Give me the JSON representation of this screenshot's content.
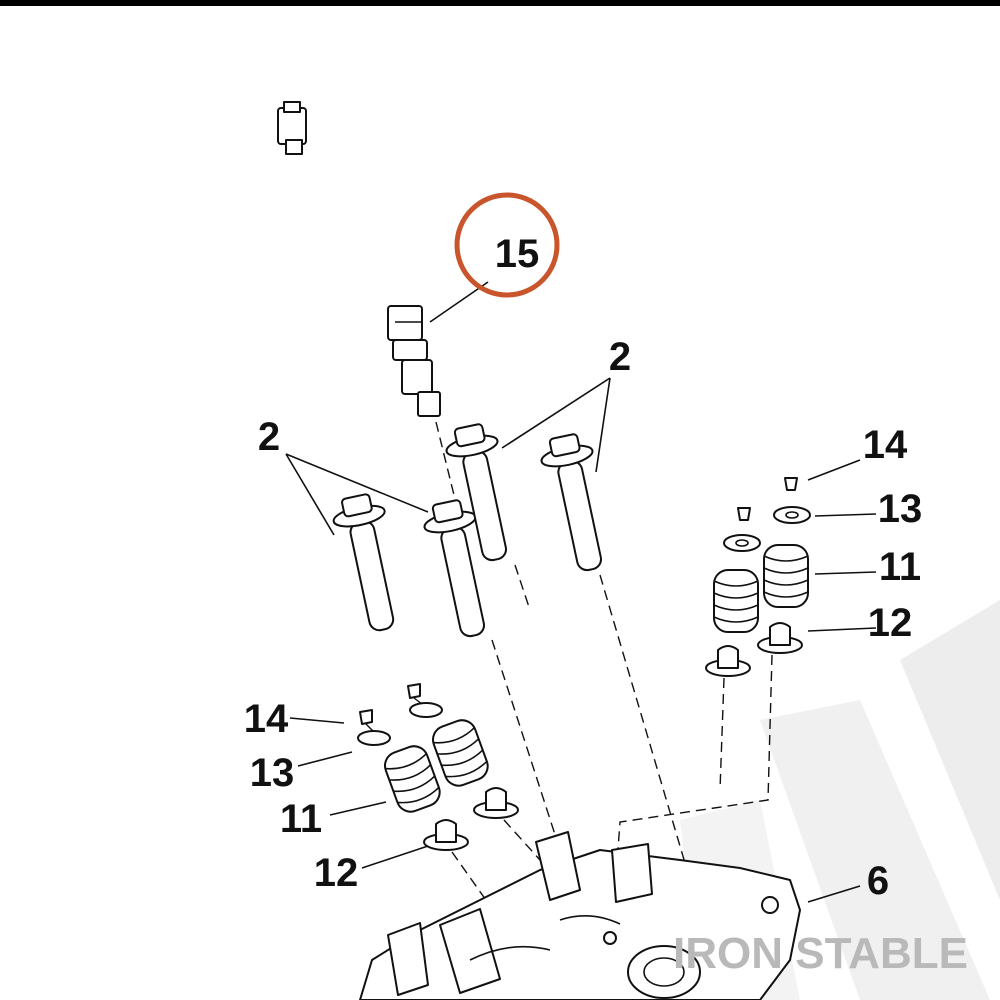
{
  "callouts": {
    "c15": "15",
    "c2_right": "2",
    "c2_left": "2",
    "c14_right": "14",
    "c13_right": "13",
    "c11_right": "11",
    "c12_right": "12",
    "c14_left": "14",
    "c13_left": "13",
    "c11_left": "11",
    "c12_left": "12",
    "c6": "6"
  },
  "watermark": "IRON STABLE",
  "colors": {
    "highlight_circle": "#c8552b",
    "line": "#111111",
    "watermark": "#b9b9b9",
    "watermark_shape": "#ededed"
  }
}
